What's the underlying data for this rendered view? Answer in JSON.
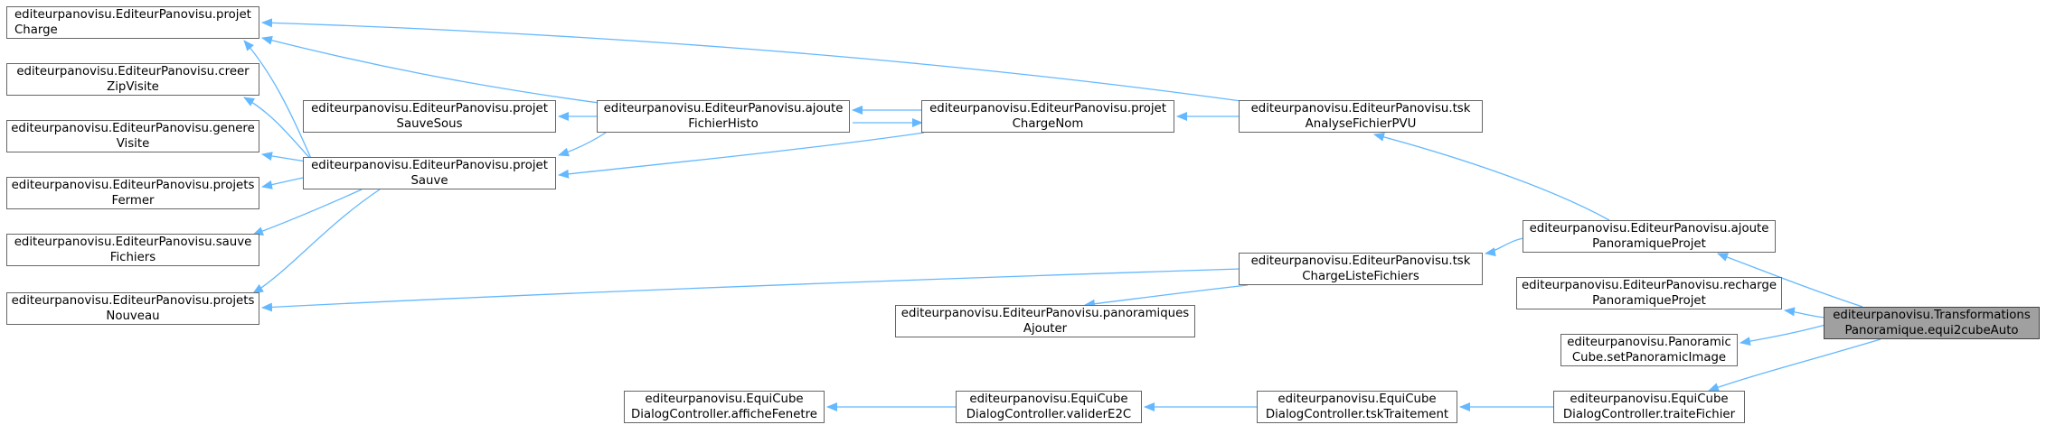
{
  "colors": {
    "edge": "#63b8ff",
    "node_border": "#666666",
    "root_fill": "#a0a0a0"
  },
  "nodes": {
    "projetCharge": {
      "l1": "editeurpanovisu.EditeurPanovisu.projet",
      "l2": "Charge"
    },
    "creerZip": {
      "l1": "editeurpanovisu.EditeurPanovisu.creer",
      "l2": "ZipVisite"
    },
    "genereVisite": {
      "l1": "editeurpanovisu.EditeurPanovisu.genere",
      "l2": "Visite"
    },
    "projetsFermer": {
      "l1": "editeurpanovisu.EditeurPanovisu.projets",
      "l2": "Fermer"
    },
    "sauveFichiers": {
      "l1": "editeurpanovisu.EditeurPanovisu.sauve",
      "l2": "Fichiers"
    },
    "projetsNouveau": {
      "l1": "editeurpanovisu.EditeurPanovisu.projets",
      "l2": "Nouveau"
    },
    "projetSauveSous": {
      "l1": "editeurpanovisu.EditeurPanovisu.projet",
      "l2": "SauveSous"
    },
    "projetSauve": {
      "l1": "editeurpanovisu.EditeurPanovisu.projet",
      "l2": "Sauve"
    },
    "ajouteFichierHisto": {
      "l1": "editeurpanovisu.EditeurPanovisu.ajoute",
      "l2": "FichierHisto"
    },
    "projetChargeNom": {
      "l1": "editeurpanovisu.EditeurPanovisu.projet",
      "l2": "ChargeNom"
    },
    "tskAnalyse": {
      "l1": "editeurpanovisu.EditeurPanovisu.tsk",
      "l2": "AnalyseFichierPVU"
    },
    "tskChargeListe": {
      "l1": "editeurpanovisu.EditeurPanovisu.tsk",
      "l2": "ChargeListeFichiers"
    },
    "panoramiquesAjouter": {
      "l1": "editeurpanovisu.EditeurPanovisu.panoramiques",
      "l2": "Ajouter"
    },
    "ajoutePanoramique": {
      "l1": "editeurpanovisu.EditeurPanovisu.ajoute",
      "l2": "PanoramiqueProjet"
    },
    "rechargePanoramique": {
      "l1": "editeurpanovisu.EditeurPanovisu.recharge",
      "l2": "PanoramiqueProjet"
    },
    "setPanoramicImage": {
      "l1": "editeurpanovisu.Panoramic",
      "l2": "Cube.setPanoramicImage"
    },
    "afficheFenetre": {
      "l1": "editeurpanovisu.EquiCube",
      "l2": "DialogController.afficheFenetre"
    },
    "validerE2C": {
      "l1": "editeurpanovisu.EquiCube",
      "l2": "DialogController.validerE2C"
    },
    "tskTraitement": {
      "l1": "editeurpanovisu.EquiCube",
      "l2": "DialogController.tskTraitement"
    },
    "traiteFichier": {
      "l1": "editeurpanovisu.EquiCube",
      "l2": "DialogController.traiteFichier"
    },
    "root": {
      "l1": "editeurpanovisu.Transformations",
      "l2": "Panoramique.equi2cubeAuto"
    }
  }
}
